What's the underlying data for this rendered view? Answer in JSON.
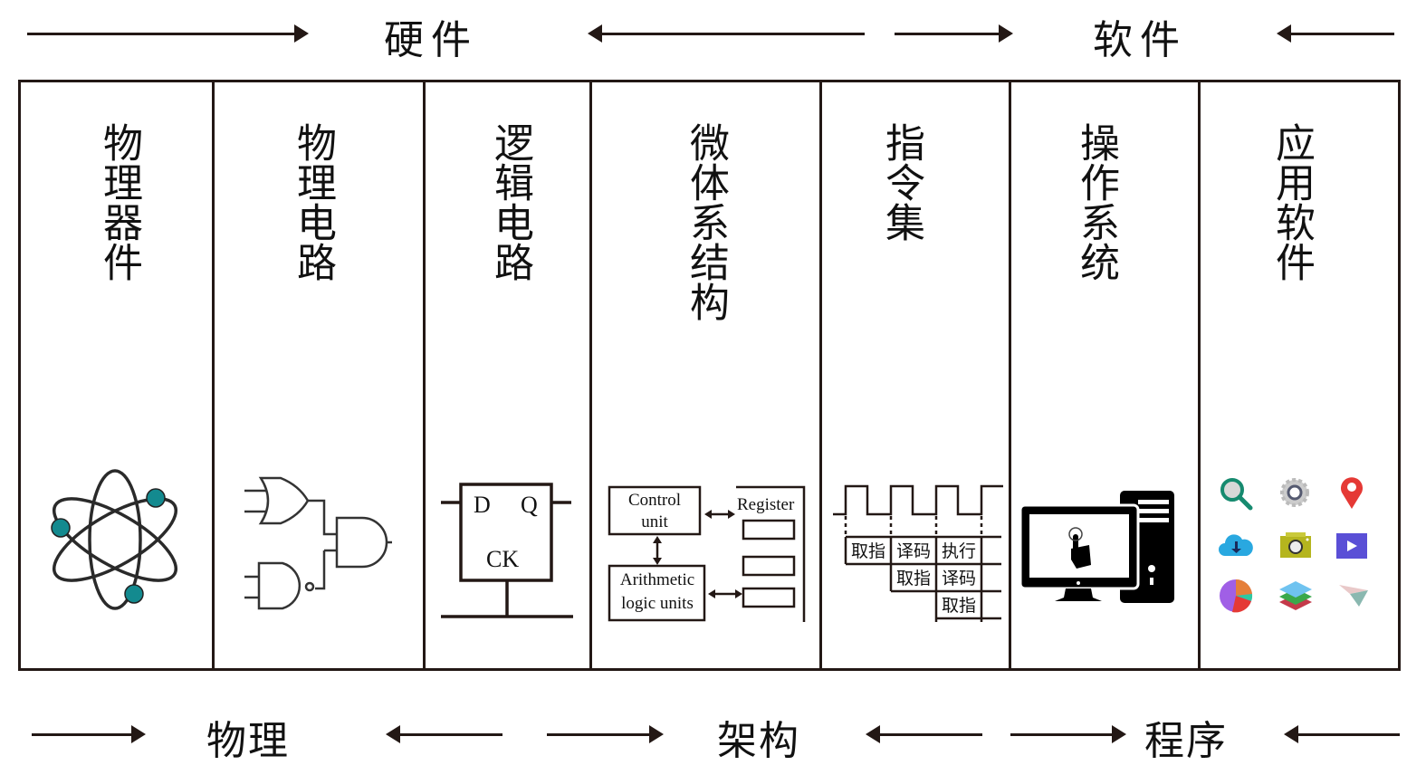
{
  "top_labels": {
    "hardware": "硬件",
    "software": "软件"
  },
  "bottom_labels": {
    "physics": "物理",
    "architecture": "架构",
    "program": "程序"
  },
  "columns": [
    {
      "title": "物理器件",
      "icon": "atom-icon"
    },
    {
      "title": "物理电路",
      "icon": "logic-gates-icon"
    },
    {
      "title": "逻辑电路",
      "icon": "d-flip-flop-icon"
    },
    {
      "title": "微体系结构",
      "icon": "cpu-block-diagram-icon"
    },
    {
      "title": "指令集",
      "icon": "pipeline-timing-icon"
    },
    {
      "title": "操作系统",
      "icon": "desktop-computer-icon"
    },
    {
      "title": "应用软件",
      "icon": "app-icons-grid"
    }
  ],
  "flipflop": {
    "d": "D",
    "q": "Q",
    "ck": "CK"
  },
  "micro": {
    "control": [
      "Control",
      "unit"
    ],
    "alu": [
      "Arithmetic",
      "logic units"
    ],
    "register": "Register"
  },
  "pipeline": {
    "row1": [
      "取指",
      "译码",
      "执行"
    ],
    "row2": [
      "取指",
      "译码"
    ],
    "row3": [
      "取指"
    ]
  },
  "apps": [
    "search-icon",
    "gear-icon",
    "map-pin-icon",
    "cloud-download-icon",
    "camera-icon",
    "video-play-icon",
    "pie-chart-icon",
    "layers-icon",
    "paper-plane-icon"
  ],
  "colors": {
    "line": "#231815",
    "atom_teal": "#138a8f"
  }
}
